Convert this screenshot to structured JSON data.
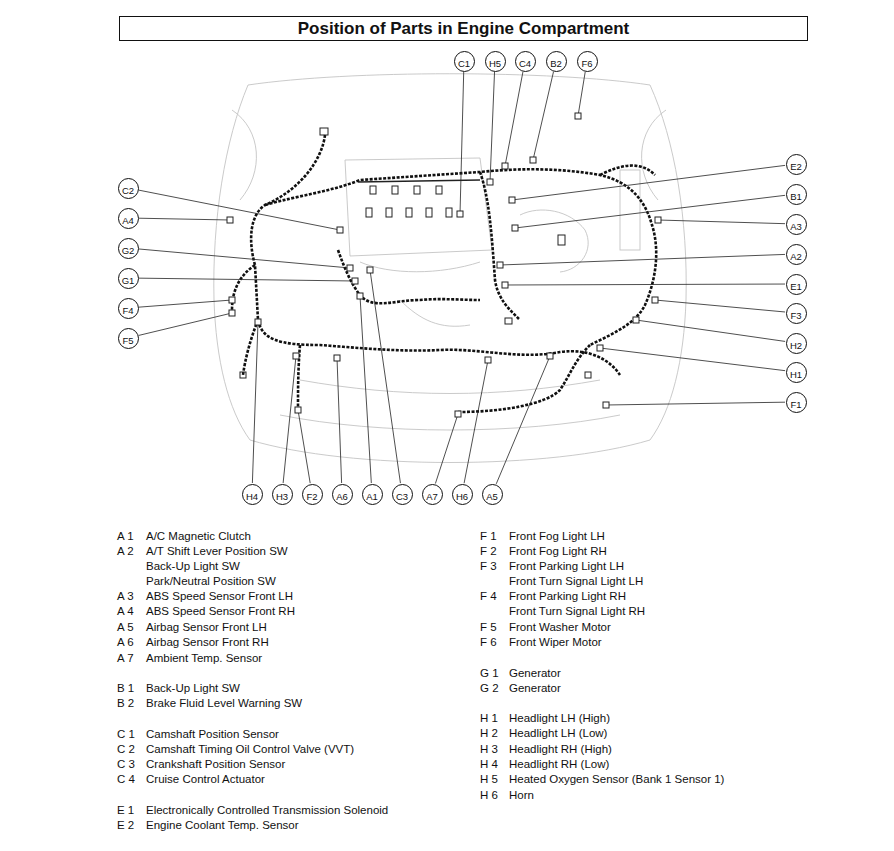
{
  "diagram": {
    "title": "Position of Parts in Engine Compartment",
    "nodes": [
      {
        "text": [
          "C1"
        ]
      },
      {
        "text": [
          "H5"
        ]
      },
      {
        "text": [
          "C4"
        ]
      },
      {
        "text": [
          "B2"
        ]
      },
      {
        "text": [
          "F6"
        ]
      },
      {
        "text": [
          "E2"
        ]
      },
      {
        "text": [
          "C2"
        ]
      },
      {
        "text": [
          "B1"
        ]
      },
      {
        "text": [
          "A4"
        ]
      },
      {
        "text": [
          "A3"
        ]
      },
      {
        "text": [
          "G2"
        ]
      },
      {
        "text": [
          "A2"
        ]
      },
      {
        "text": [
          "G1"
        ]
      },
      {
        "text": [
          "E1"
        ]
      },
      {
        "text": [
          "F4"
        ]
      },
      {
        "text": [
          "F3"
        ]
      },
      {
        "text": [
          "F5"
        ]
      },
      {
        "text": [
          "H2"
        ]
      },
      {
        "text": [
          "H1"
        ]
      },
      {
        "text": [
          "F1"
        ]
      },
      {
        "text": [
          "H4"
        ]
      },
      {
        "text": [
          "H3"
        ]
      },
      {
        "text": [
          "F2"
        ]
      },
      {
        "text": [
          "A6"
        ]
      },
      {
        "text": [
          "A1"
        ]
      },
      {
        "text": [
          "C3"
        ]
      },
      {
        "text": [
          "A7"
        ]
      },
      {
        "text": [
          "H6"
        ]
      },
      {
        "text": [
          "A5"
        ]
      }
    ],
    "labels": [
      "A 1",
      "A/C Magnetic Clutch",
      "A 2",
      "A/T Shift Lever Position SW",
      "Back-Up Light SW",
      "Park/Neutral Position SW",
      "A 3",
      "ABS Speed Sensor Front LH",
      "A 4",
      "ABS Speed Sensor Front RH",
      "A 5",
      "Airbag Sensor Front LH",
      "A 6",
      "Airbag Sensor Front RH",
      "A 7",
      "Ambient Temp. Sensor",
      "B 1",
      "Back-Up Light SW",
      "B 2",
      "Brake Fluid Level Warning SW",
      "C 1",
      "Camshaft Position Sensor",
      "C 2",
      "Camshaft Timing Oil Control Valve (VVT)",
      "C 3",
      "Crankshaft Position Sensor",
      "C 4",
      "Cruise Control Actuator",
      "E 1",
      "Electronically Controlled Transmission Solenoid",
      "E 2",
      "Engine Coolant Temp. Sensor",
      "F 1",
      "Front Fog Light LH",
      "F 2",
      "Front Fog Light RH",
      "F 3",
      "Front Parking Light LH",
      "Front Turn Signal Light LH",
      "F 4",
      "Front Parking Light RH",
      "Front Turn Signal Light RH",
      "F 5",
      "Front Washer Motor",
      "F 6",
      "Front Wiper Motor",
      "G 1",
      "Generator",
      "G 2",
      "Generator",
      "H 1",
      "Headlight LH (High)",
      "H 2",
      "Headlight LH (Low)",
      "H 3",
      "Headlight RH (High)",
      "H 4",
      "Headlight RH (Low)",
      "H 5",
      "Heated Oxygen Sensor (Bank 1 Sensor 1)",
      "H 6",
      "Horn"
    ]
  }
}
